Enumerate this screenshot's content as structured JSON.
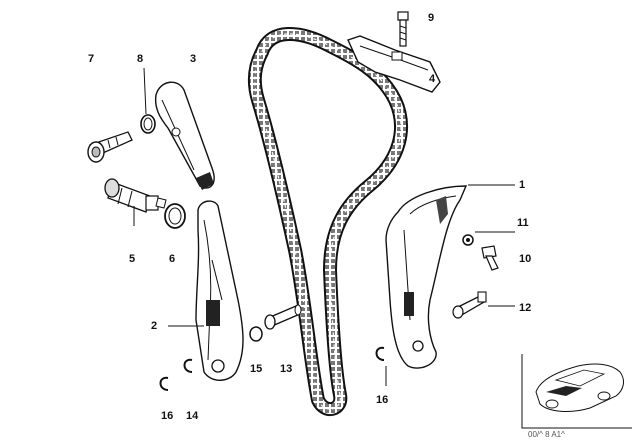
{
  "diagram": {
    "callouts": [
      {
        "id": "1",
        "text": "1"
      },
      {
        "id": "2",
        "text": "2"
      },
      {
        "id": "3",
        "text": "3"
      },
      {
        "id": "4",
        "text": "4"
      },
      {
        "id": "5",
        "text": "5"
      },
      {
        "id": "6",
        "text": "6"
      },
      {
        "id": "7",
        "text": "7"
      },
      {
        "id": "8",
        "text": "8"
      },
      {
        "id": "9",
        "text": "9"
      },
      {
        "id": "10",
        "text": "10"
      },
      {
        "id": "11",
        "text": "11"
      },
      {
        "id": "12",
        "text": "12"
      },
      {
        "id": "13",
        "text": "13"
      },
      {
        "id": "14",
        "text": "14"
      },
      {
        "id": "15",
        "text": "15"
      },
      {
        "id": "16a",
        "text": "16"
      },
      {
        "id": "16b",
        "text": "16"
      }
    ],
    "parts": [
      {
        "id": "timing-chain",
        "icon": "timing-chain-icon"
      },
      {
        "id": "upper-guide-rail",
        "icon": "guide-rail-icon"
      },
      {
        "id": "tensioner-rail-left",
        "icon": "tensioner-rail-icon"
      },
      {
        "id": "guide-rail-right",
        "icon": "guide-rail-icon"
      },
      {
        "id": "chain-tensioner",
        "icon": "chain-tensioner-icon"
      },
      {
        "id": "screw-plug",
        "icon": "screw-plug-icon"
      },
      {
        "id": "sealing-ring",
        "icon": "sealing-ring-icon"
      },
      {
        "id": "bolt",
        "icon": "bolt-icon"
      },
      {
        "id": "gasket-ring",
        "icon": "gasket-ring-icon"
      },
      {
        "id": "bearing-pin",
        "icon": "bearing-pin-icon"
      },
      {
        "id": "circlip",
        "icon": "circlip-icon"
      },
      {
        "id": "car-thumbnail",
        "icon": "car-silhouette-icon"
      }
    ],
    "reference_code": "00/^ 8 A1^",
    "colors": {
      "line": "#111111",
      "chain_fill": "#9a9a9a",
      "background": "#ffffff"
    }
  }
}
